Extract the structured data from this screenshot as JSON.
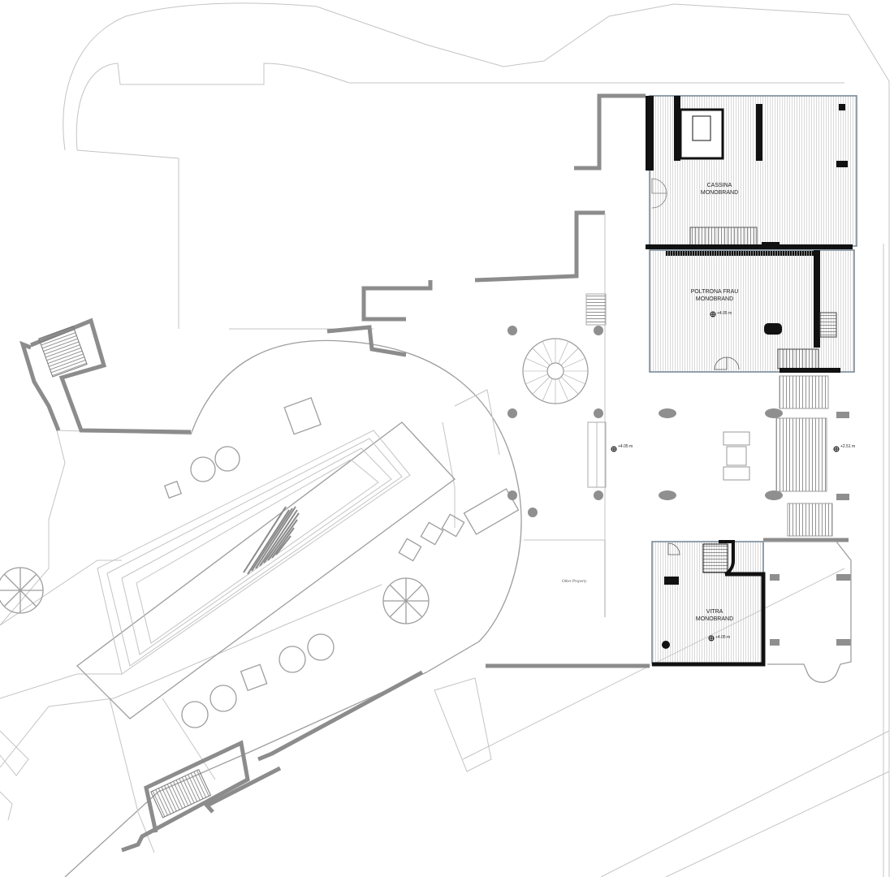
{
  "rooms": {
    "cassina": {
      "line1": "CASSINA",
      "line2": "MONOBRAND"
    },
    "poltrona": {
      "line1": "POLTRONA FRAU",
      "line2": "MONOBRAND"
    },
    "vitra": {
      "line1": "VITRA",
      "line2": "MONOBRAND"
    }
  },
  "levels": {
    "poltrona": "+4.05 m",
    "hall": "+4.05 m",
    "stair": "+2.51 m",
    "vitra": "+4.05 m"
  },
  "annotations": {
    "other_property": "Other Property"
  }
}
